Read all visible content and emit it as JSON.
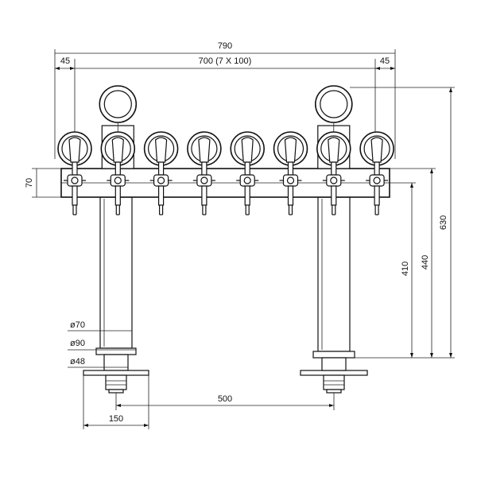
{
  "dimensions": {
    "overall_width": "790",
    "tap_spacing": "700 (7 X 100)",
    "left_offset": "45",
    "right_offset": "45",
    "bar_height": "70",
    "total_height": "630",
    "height_440": "440",
    "height_410": "410",
    "pipe_diameter": "ø70",
    "collar_diameter": "ø90",
    "shank_diameter": "ø48",
    "base_width": "150",
    "column_spacing": "500"
  },
  "taps": [
    {
      "id": 1,
      "medallion": "small"
    },
    {
      "id": 2,
      "medallion": "large"
    },
    {
      "id": 3,
      "medallion": "small"
    },
    {
      "id": 4,
      "medallion": "small"
    },
    {
      "id": 5,
      "medallion": "small"
    },
    {
      "id": 6,
      "medallion": "small"
    },
    {
      "id": 7,
      "medallion": "large"
    },
    {
      "id": 8,
      "medallion": "small"
    }
  ]
}
